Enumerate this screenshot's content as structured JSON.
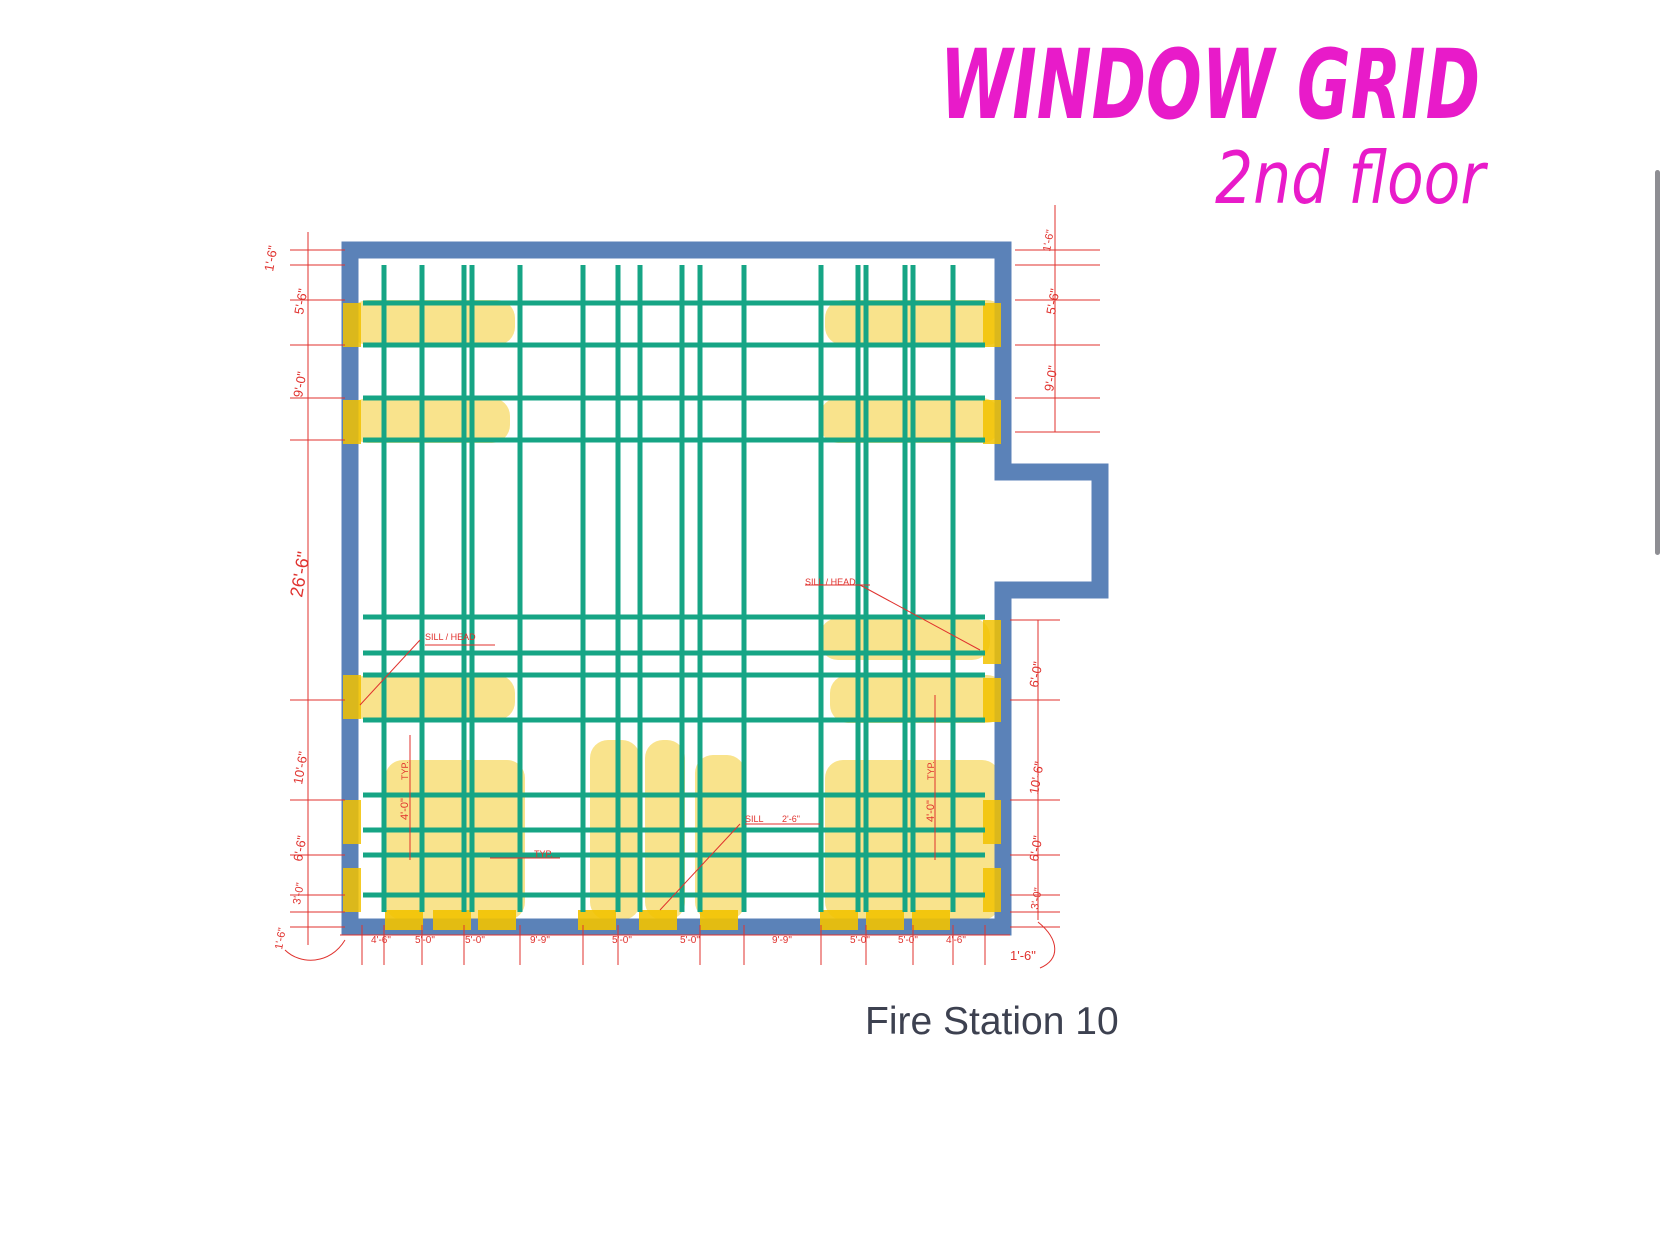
{
  "title": "WINDOW GRID",
  "subtitle": "2nd floor",
  "caption": "Fire Station 10",
  "colors": {
    "wall": "#5b82b8",
    "grid": "#16a585",
    "highlight": "#f2c200",
    "dimension": "#e0322e",
    "handwriting": "#e81bc9",
    "caption": "#3d4150"
  },
  "dimensions": {
    "left": [
      "1'-6\"",
      "5'-6\"",
      "9'-0\"",
      "26'-6\"",
      "10'-6\"",
      "6'-6\"",
      "3'-0\"",
      "1'-6\""
    ],
    "right": [
      "1'-6\"",
      "5'-6\"",
      "9'-0\"",
      "6'-0\"",
      "10'-6\"",
      "6'-0\"",
      "3'-0\"",
      "1'-6\""
    ],
    "bottom": [
      "4'-6\"",
      "5'-0\"",
      "5'-0\"",
      "9'-9\"",
      "5'-0\"",
      "5'-0\"",
      "9'-9\"",
      "5'-0\"",
      "5'-0\"",
      "4'-6\""
    ],
    "notes": {
      "sill_head_1": "SILL / HEAD",
      "sill_head_2": "SILL / HEAD",
      "sill_1": "SILL",
      "sill_1_value": "2'-6\"",
      "typ_left": "TYP.",
      "typ_right": "TYP.",
      "height_left": "4'-0\"",
      "height_right": "4'-0\"",
      "typ_bottom": "TYP."
    }
  }
}
